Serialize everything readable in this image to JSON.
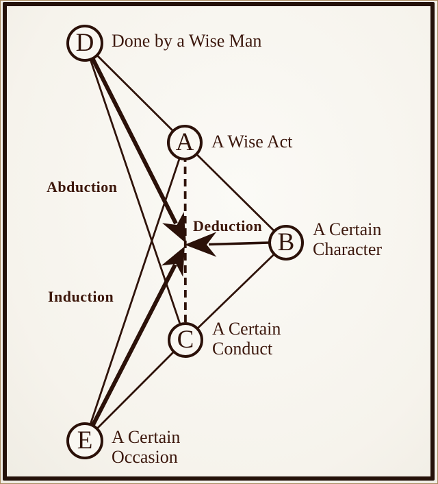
{
  "figure": {
    "nodes": {
      "D": {
        "letter": "D",
        "label": "Done by a Wise Man"
      },
      "A": {
        "letter": "A",
        "label": "A Wise Act"
      },
      "B": {
        "letter": "B",
        "label": "A Certain Character"
      },
      "C": {
        "letter": "C",
        "label": "A Certain Conduct"
      },
      "E": {
        "letter": "E",
        "label": "A Certain Occasion"
      }
    },
    "inference_labels": {
      "abduction": "Abduction",
      "deduction": "Deduction",
      "induction": "Induction"
    },
    "edges": {
      "thin": [
        "D-A",
        "A-B",
        "B-C",
        "C-E",
        "D-C",
        "E-A"
      ],
      "dashed": [
        "A-C"
      ],
      "thick_arrows_to_conclusion_point": [
        "D",
        "B",
        "E"
      ]
    },
    "colors": {
      "ink": "#2f130a",
      "text": "#3c180d",
      "paper": "#f8f6f1",
      "frame": "#241109"
    }
  }
}
